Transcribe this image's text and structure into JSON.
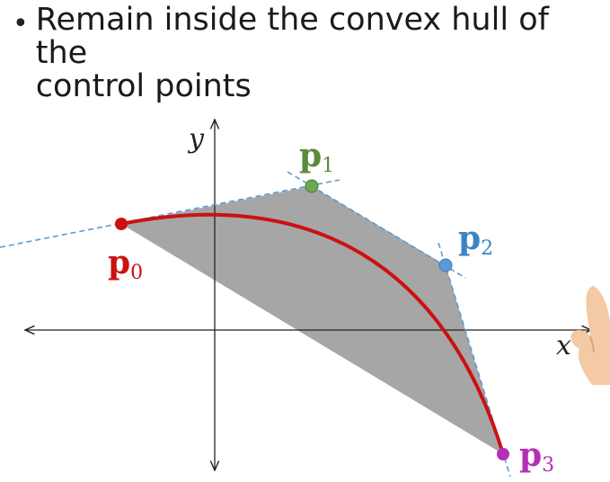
{
  "bullet": {
    "symbol": "•",
    "line1": "Remain inside the convex hull of the",
    "line2": "control points"
  },
  "axes": {
    "x_label": "x",
    "y_label": "y"
  },
  "points": [
    {
      "name": "p",
      "sub": "0",
      "color": "#cc1111"
    },
    {
      "name": "p",
      "sub": "1",
      "color": "#5a8a3a"
    },
    {
      "name": "p",
      "sub": "2",
      "color": "#3b84c4"
    },
    {
      "name": "p",
      "sub": "3",
      "color": "#b52fb5"
    }
  ],
  "colors": {
    "hull_fill": "#a6a6a6",
    "hull_edge": "#5b9bd5",
    "curve": "#cc1111",
    "axis": "#222222"
  }
}
